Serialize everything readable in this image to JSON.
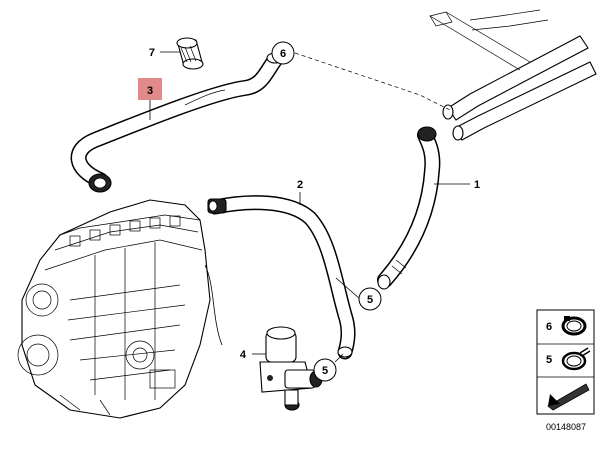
{
  "callouts": {
    "c1": "1",
    "c2": "2",
    "c3": "3",
    "c4": "4",
    "c5a": "5",
    "c5b": "5",
    "c6": "6",
    "c7": "7"
  },
  "legend": {
    "item_a": "6",
    "item_b": "5"
  },
  "diagram_number": "00148087",
  "colors": {
    "highlight": "#e08a8a",
    "line": "#000000",
    "hose": "#ffffff"
  }
}
